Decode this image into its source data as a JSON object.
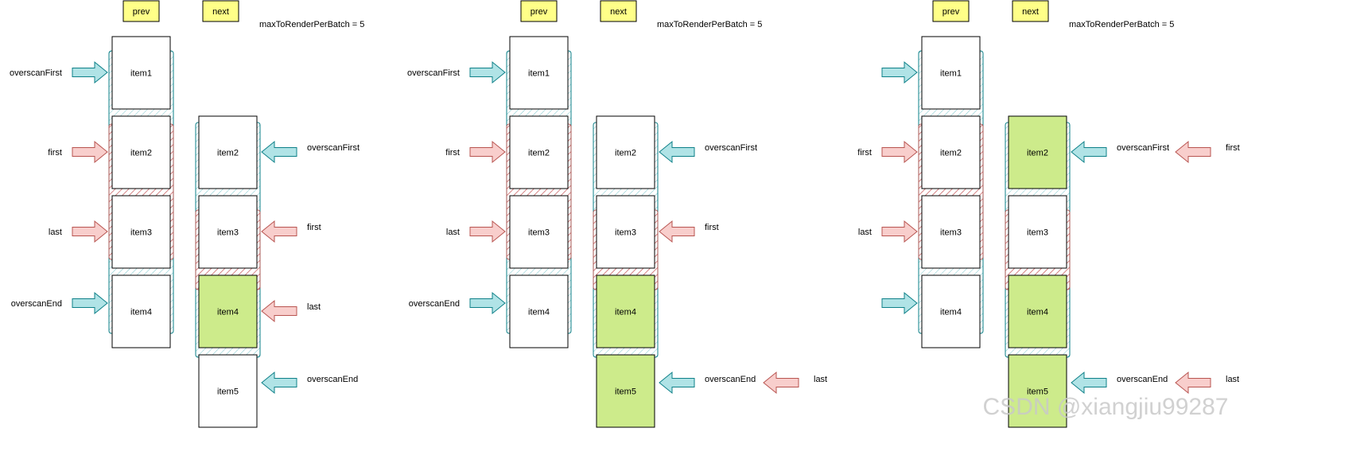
{
  "colors": {
    "tag_fill": "#ffff88",
    "box_stroke": "#000000",
    "green_fill": "#cdeb8b",
    "teal": "#0e8088",
    "teal_arrow_fill": "#b0e3e6",
    "red": "#b85450",
    "red_arrow_fill": "#f8cecc",
    "red_hatch": "#e06060"
  },
  "panels": [
    {
      "prev_tag": "prev",
      "next_tag": "next",
      "batch_note": "maxToRenderPerBatch = 5",
      "prev_items": [
        {
          "label": "item1",
          "green": false
        },
        {
          "label": "item2",
          "green": false
        },
        {
          "label": "item3",
          "green": false
        },
        {
          "label": "item4",
          "green": false
        }
      ],
      "next_items": [
        {
          "label": "item2",
          "green": false
        },
        {
          "label": "item3",
          "green": false
        },
        {
          "label": "item4",
          "green": true
        },
        {
          "label": "item5",
          "green": false
        }
      ],
      "prev_pointers": [
        {
          "label": "overscanFirst",
          "color": "teal"
        },
        {
          "label": "first",
          "color": "red"
        },
        {
          "label": "last",
          "color": "red"
        },
        {
          "label": "overscanEnd",
          "color": "teal"
        }
      ],
      "next_pointers": [
        {
          "label": "overscanFirst",
          "color": "teal"
        },
        {
          "label": "first",
          "color": "red"
        },
        {
          "label": "last",
          "color": "red"
        },
        {
          "label": "overscanEnd",
          "color": "teal"
        }
      ],
      "next_outer_pointers": []
    },
    {
      "prev_tag": "prev",
      "next_tag": "next",
      "batch_note": "maxToRenderPerBatch = 5",
      "prev_items": [
        {
          "label": "item1",
          "green": false
        },
        {
          "label": "item2",
          "green": false
        },
        {
          "label": "item3",
          "green": false
        },
        {
          "label": "item4",
          "green": false
        }
      ],
      "next_items": [
        {
          "label": "item2",
          "green": false
        },
        {
          "label": "item3",
          "green": false
        },
        {
          "label": "item4",
          "green": true
        },
        {
          "label": "item5",
          "green": true
        }
      ],
      "prev_pointers": [
        {
          "label": "overscanFirst",
          "color": "teal"
        },
        {
          "label": "first",
          "color": "red"
        },
        {
          "label": "last",
          "color": "red"
        },
        {
          "label": "overscanEnd",
          "color": "teal"
        }
      ],
      "next_pointers": [
        {
          "label": "overscanFirst",
          "color": "teal"
        },
        {
          "label": "first",
          "color": "red"
        },
        {
          "label": "",
          "color": "none"
        },
        {
          "label": "overscanEnd",
          "color": "teal"
        }
      ],
      "next_outer_pointers": [
        {
          "label": "",
          "color": "none"
        },
        {
          "label": "",
          "color": "none"
        },
        {
          "label": "",
          "color": "none"
        },
        {
          "label": "last",
          "color": "red"
        }
      ]
    },
    {
      "prev_tag": "prev",
      "next_tag": "next",
      "batch_note": "maxToRenderPerBatch = 5",
      "prev_items": [
        {
          "label": "item1",
          "green": false
        },
        {
          "label": "item2",
          "green": false
        },
        {
          "label": "item3",
          "green": false
        },
        {
          "label": "item4",
          "green": false
        }
      ],
      "next_items": [
        {
          "label": "item2",
          "green": true
        },
        {
          "label": "item3",
          "green": false
        },
        {
          "label": "item4",
          "green": true
        },
        {
          "label": "item5",
          "green": true
        }
      ],
      "prev_pointers": [
        {
          "label": "",
          "color": "teal"
        },
        {
          "label": "first",
          "color": "red"
        },
        {
          "label": "last",
          "color": "red"
        },
        {
          "label": "",
          "color": "teal"
        }
      ],
      "next_pointers": [
        {
          "label": "overscanFirst",
          "color": "teal"
        },
        {
          "label": "",
          "color": "none"
        },
        {
          "label": "",
          "color": "none"
        },
        {
          "label": "overscanEnd",
          "color": "teal"
        }
      ],
      "next_outer_pointers": [
        {
          "label": "first",
          "color": "red"
        },
        {
          "label": "",
          "color": "none"
        },
        {
          "label": "",
          "color": "none"
        },
        {
          "label": "last",
          "color": "red"
        }
      ]
    }
  ],
  "watermark": "CSDN @xiangjiu99287"
}
